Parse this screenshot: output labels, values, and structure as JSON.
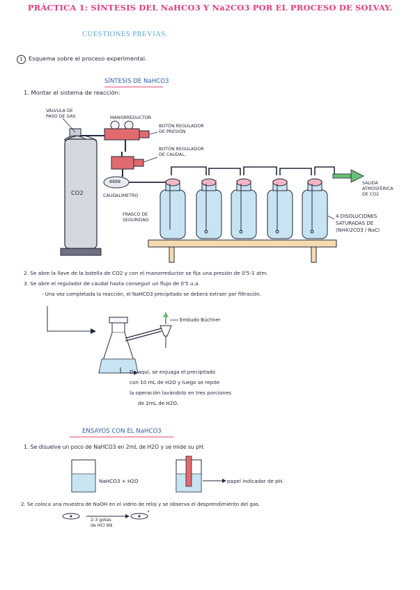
{
  "header": {
    "title": "PRÁCTICA 1: SÍNTESIS DEL NaHCO3 Y Na2CO3 POR EL PROCESO DE SOLVAY.",
    "subtitle": "CUESTIONES PREVIAS."
  },
  "section1": {
    "number": "1",
    "intro": "Esquema sobre el proceso experimental.",
    "heading": "SÍNTESIS DE NaHCO3",
    "step1": "1. Montar el sistema de reacción:",
    "labels": {
      "valve": "VÁLVULA DE\nPASO DE GAS",
      "manometer": "MANORREDUCTOR",
      "pressure_button": "BOTÓN REGULADOR\nDE PRESIÓN",
      "flow_button": "BOTÓN REGULADOR\nDE CAUDAL.",
      "flowmeter_display": "8888",
      "flowmeter": "CAUDALÍMETRO",
      "safety_flask": "FRASCO DE\nSEGURIDAD",
      "co2": "CO2",
      "exit": "SALIDA\nATMOSFÉRICA\nDE CO2",
      "solutions": "4 DISOLUCIONES\nSATURADAS DE\n(NH4)2CO3 / NaCl"
    },
    "step2": "2. Se abre la llave de la botella de CO2 y con el manorreductor se fija una presión de 0'5-1 atm.",
    "step3": "3. Se abre el regulador de caudal hasta conseguir un flujo de 0'5 u.a.",
    "step3_sub": "- Una vez completada la reacción, el NaHCO3 precipitado se deberá extraer por filtración.",
    "buchner": "Embudo Büchner",
    "wash_note": [
      "De aquí, se enjuaga el precipitado",
      "con 10 mL de H2O y luego se repite",
      "la operación lavándolo en tres porciones",
      "de 2mL de H2O."
    ]
  },
  "section2": {
    "heading": "ENSAYOS CON EL NaHCO3",
    "step1": "1. Se disuelve un poco de NaHCO3 en 2mL de H2O y se mide su pH.",
    "beaker_label": "NaHCO3 + H2O",
    "ph_paper": "papel indicador de pH.",
    "step2": "2. Se coloca una muestra de NaOH en el vidrio de reloj y se observa el desprendimiento del gas.",
    "drops": "2-3 gotas\nde HCl 6N"
  },
  "colors": {
    "title": "#e23d7a",
    "subtitle": "#5aa5d6",
    "heading": "#2d5fa8",
    "underline": "#f2a1b8",
    "cylinder": "#d4d7de",
    "regulator": "#e06a6e",
    "flask": "#c8e3f1",
    "arrow": "#6abf73",
    "bench": "#f5dcb0"
  }
}
